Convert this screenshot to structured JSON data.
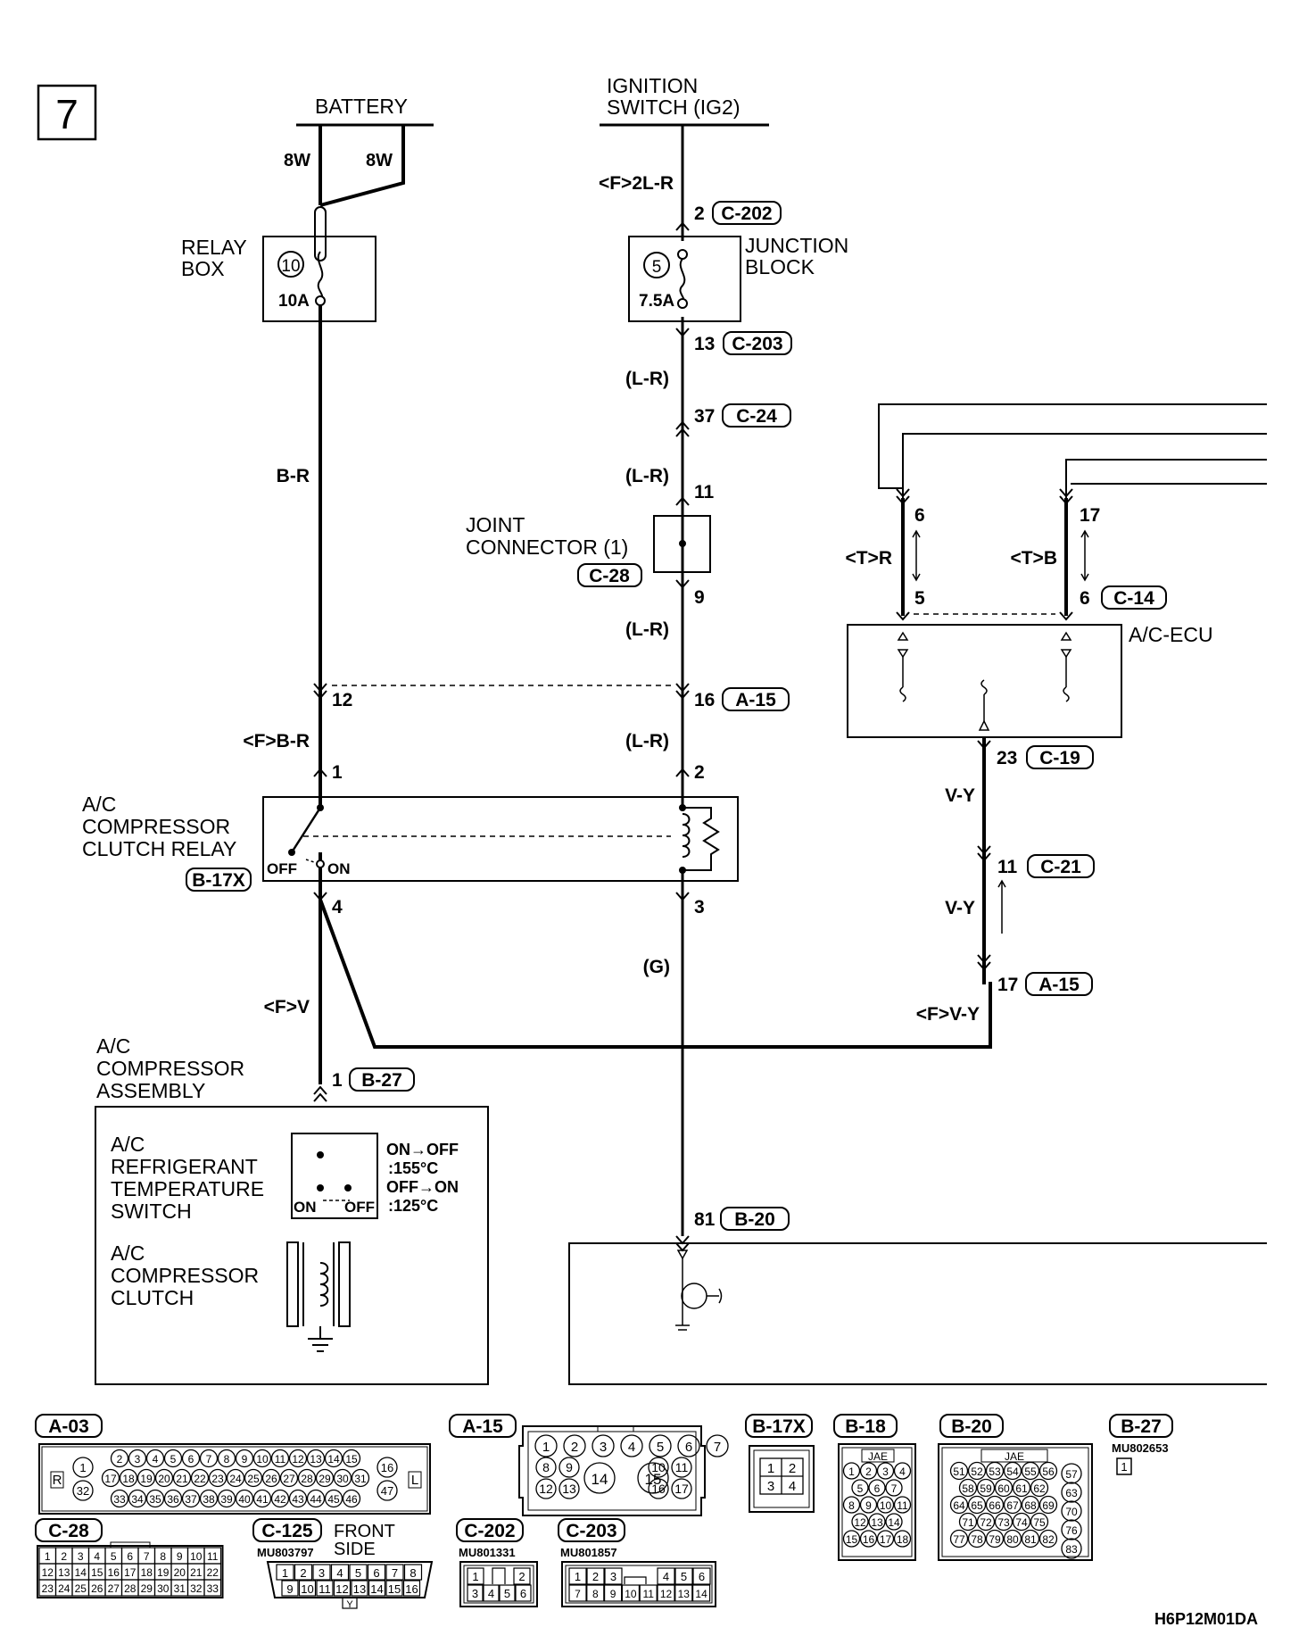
{
  "page_number": "7",
  "diagram_code": "H6P12M01DA",
  "components": {
    "battery": "BATTERY",
    "ignition_line1": "IGNITION",
    "ignition_line2": "SWITCH (IG2)",
    "relay_box_line1": "RELAY",
    "relay_box_line2": "BOX",
    "relay_box_fuse_no": "10",
    "relay_box_fuse_rating": "10A",
    "junction_line1": "JUNCTION",
    "junction_line2": "BLOCK",
    "junction_fuse_no": "5",
    "junction_fuse_rating": "7.5A",
    "joint_line1": "JOINT",
    "joint_line2": "CONNECTOR (1)",
    "joint_conn": "C-28",
    "acecu": "A/C-ECU",
    "relay_line1": "A/C",
    "relay_line2": "COMPRESSOR",
    "relay_line3": "CLUTCH RELAY",
    "relay_conn": "B-17X",
    "relay_off": "OFF",
    "relay_on": "ON",
    "comp_line1": "A/C",
    "comp_line2": "COMPRESSOR",
    "comp_line3": "ASSEMBLY",
    "refr_line1": "A/C",
    "refr_line2": "REFRIGERANT",
    "refr_line3": "TEMPERATURE",
    "refr_line4": "SWITCH",
    "refr_on": "ON",
    "refr_off": "OFF",
    "spec1": "ON→OFF",
    "spec2": ":155°C",
    "spec3": "OFF→ON",
    "spec4": ":125°C",
    "clutch_line1": "A/C",
    "clutch_line2": "COMPRESSOR",
    "clutch_line3": "CLUTCH"
  },
  "wires": {
    "bat_8w_left": "8W",
    "bat_8w_right": "8W",
    "br": "B-R",
    "fbr": "<F>B-R",
    "fv": "<F>V",
    "f2lr": "<F>2L-R",
    "lr1": "(L-R)",
    "lr2": "(L-R)",
    "lr3": "(L-R)",
    "lr4": "(L-R)",
    "g": "(G)",
    "tr": "<T>R",
    "tb": "<T>B",
    "vy1": "V-Y",
    "vy2": "V-Y",
    "fvy": "<F>V-Y"
  },
  "terminals": {
    "jb_in_pin": "2",
    "jb_in_conn": "C-202",
    "jb_out_pin": "13",
    "jb_out_conn": "C-203",
    "c24_pin": "37",
    "c24_conn": "C-24",
    "jc_in_pin": "11",
    "jc_out_pin": "9",
    "a15_left_pin": "12",
    "a15_right_pin": "16",
    "a15_right_conn": "A-15",
    "relay_pin1": "1",
    "relay_pin2": "2",
    "relay_pin3": "3",
    "relay_pin4": "4",
    "ecu_top_left": "6",
    "ecu_top_right": "17",
    "ecu_mid_left": "5",
    "ecu_mid_right": "6",
    "ecu_mid_conn": "C-14",
    "ecu_out_pin": "23",
    "ecu_out_conn": "C-19",
    "c21_pin": "11",
    "c21_conn": "C-21",
    "a15_vy_pin": "17",
    "a15_vy_conn": "A-15",
    "b27_pin": "1",
    "b27_conn": "B-27",
    "b20_pin": "81",
    "b20_conn": "B-20"
  },
  "connectors": {
    "a03": "A-03",
    "a15": "A-15",
    "b17x": "B-17X",
    "b18": "B-18",
    "b20": "B-20",
    "b27": "B-27",
    "b27_part": "MU802653",
    "c28": "C-28",
    "c125": "C-125",
    "c125_part": "MU803797",
    "front_line1": "FRONT",
    "front_line2": "SIDE",
    "c202": "C-202",
    "c202_part": "MU801331",
    "c203": "C-203",
    "c203_part": "MU801857",
    "jae": "JAE",
    "a03_R": "R",
    "a03_L": "L",
    "a03_row1": [
      "2",
      "3",
      "4",
      "5",
      "6",
      "7",
      "8",
      "9",
      "10",
      "11",
      "12",
      "13",
      "14",
      "15"
    ],
    "a03_row2": [
      "17",
      "18",
      "19",
      "20",
      "21",
      "22",
      "23",
      "24",
      "25",
      "26",
      "27",
      "28",
      "29",
      "30",
      "31"
    ],
    "a03_row3": [
      "33",
      "34",
      "35",
      "36",
      "37",
      "38",
      "39",
      "40",
      "41",
      "42",
      "43",
      "44",
      "45",
      "46"
    ],
    "a03_side": [
      "1",
      "32",
      "16",
      "47"
    ],
    "a15_row1": [
      "1",
      "2",
      "3",
      "4",
      "5",
      "6",
      "7"
    ],
    "a15_left2": [
      "8",
      "9"
    ],
    "a15_left3": [
      "12",
      "13"
    ],
    "a15_big": [
      "14",
      "15"
    ],
    "a15_right2": [
      "10",
      "11"
    ],
    "a15_right3": [
      "16",
      "17"
    ],
    "b17x_pins": [
      "1",
      "2",
      "3",
      "4"
    ],
    "b18_rows": [
      [
        "1",
        "2",
        "3",
        "4"
      ],
      [
        "5",
        "6",
        "7"
      ],
      [
        "8",
        "9",
        "10",
        "11"
      ],
      [
        "12",
        "13",
        "14"
      ],
      [
        "15",
        "16",
        "17",
        "18"
      ]
    ],
    "b20_rows": [
      [
        "51",
        "52",
        "53",
        "54",
        "55",
        "56"
      ],
      [
        "58",
        "59",
        "60",
        "61",
        "62"
      ],
      [
        "64",
        "65",
        "66",
        "67",
        "68",
        "69"
      ],
      [
        "71",
        "72",
        "73",
        "74",
        "75"
      ],
      [
        "77",
        "78",
        "79",
        "80",
        "81",
        "82"
      ]
    ],
    "b20_right": [
      "57",
      "63",
      "70",
      "76",
      "83"
    ],
    "b27_pins": [
      "1"
    ],
    "c28_rows": [
      [
        "1",
        "2",
        "3",
        "4",
        "5",
        "6",
        "7",
        "8",
        "9",
        "10",
        "11"
      ],
      [
        "12",
        "13",
        "14",
        "15",
        "16",
        "17",
        "18",
        "19",
        "20",
        "21",
        "22"
      ],
      [
        "23",
        "24",
        "25",
        "26",
        "27",
        "28",
        "29",
        "30",
        "31",
        "32",
        "33"
      ]
    ],
    "c125_rows": [
      [
        "1",
        "2",
        "3",
        "4",
        "5",
        "6",
        "7",
        "8"
      ],
      [
        "9",
        "10",
        "11",
        "12",
        "13",
        "14",
        "15",
        "16"
      ]
    ],
    "c125_key": "Y",
    "c202_rows": [
      [
        "1",
        "2"
      ],
      [
        "3",
        "4",
        "5",
        "6"
      ]
    ],
    "c203_rows": [
      [
        "1",
        "2",
        "3",
        "4",
        "5",
        "6"
      ],
      [
        "7",
        "8",
        "9",
        "10",
        "11",
        "12",
        "13",
        "14"
      ]
    ]
  }
}
